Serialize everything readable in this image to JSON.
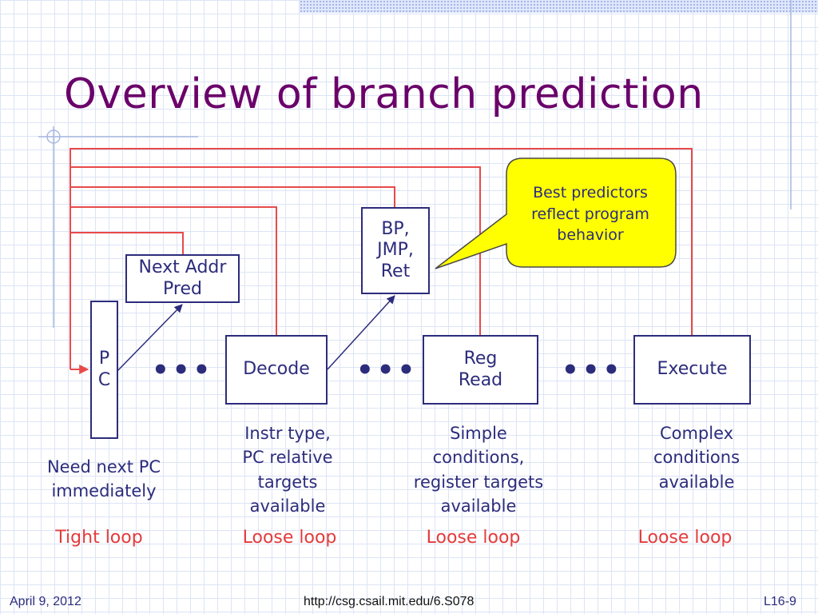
{
  "title": "Overview of branch prediction",
  "boxes": {
    "pc": "P\nC",
    "next_addr_pred": "Next Addr\nPred",
    "decode": "Decode",
    "bp_jmp_ret": "BP,\nJMP,\nRet",
    "reg_read": "Reg\nRead",
    "execute": "Execute"
  },
  "ellipsis": "•••",
  "callout": "Best predictors\nreflect program\nbehavior",
  "descriptions": {
    "pc": "Need next PC\nimmediately",
    "decode": "Instr type,\nPC relative\ntargets\navailable",
    "reg_read": "Simple\nconditions,\nregister targets\navailable",
    "execute": "Complex\nconditions\navailable"
  },
  "loops": {
    "pc": "Tight loop",
    "decode": "Loose loop",
    "reg_read": "Loose loop",
    "execute": "Loose loop"
  },
  "footer": {
    "date": "April 9, 2012",
    "url": "http://csg.csail.mit.edu/6.S078",
    "slide": "L16-9"
  },
  "colors": {
    "title": "#6a006a",
    "box_border": "#2c2c7c",
    "feedback_line": "#e84a4a",
    "callout_fill": "#ffff00",
    "loop_text": "#e33b3b"
  }
}
